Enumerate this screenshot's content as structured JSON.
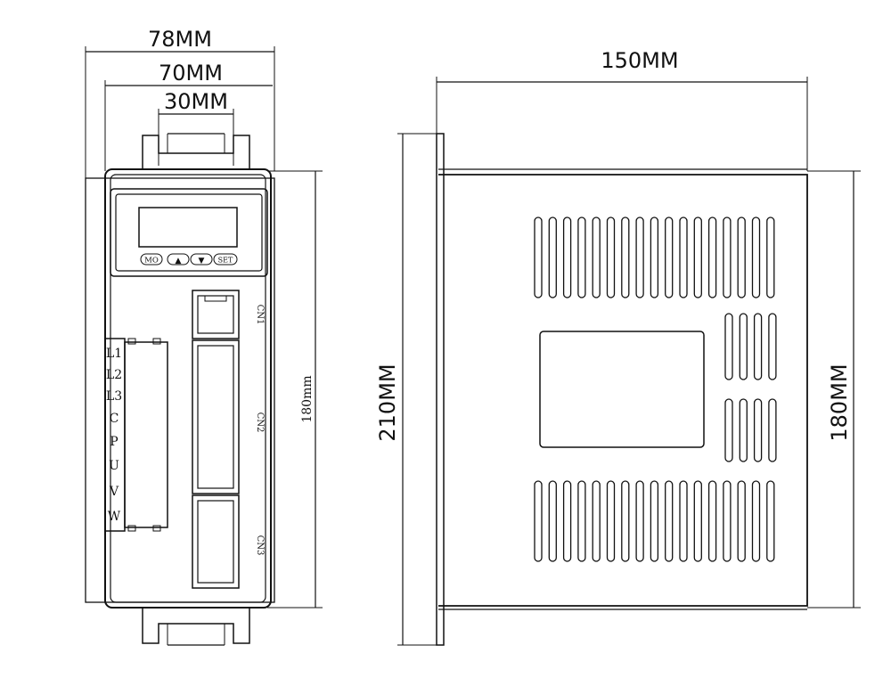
{
  "front_view": {
    "dimensions": {
      "width_outer": "78MM",
      "width_body": "70MM",
      "width_bracket": "30MM",
      "height_body": "180mm"
    },
    "keypad": [
      "MO",
      "▲",
      "▼",
      "SET"
    ],
    "terminals": [
      "L1",
      "L2",
      "L3",
      "C",
      "P",
      "U",
      "V",
      "W"
    ],
    "connectors": [
      "CN1",
      "CN2",
      "CN3"
    ]
  },
  "side_view": {
    "dimensions": {
      "depth": "150MM",
      "height_total": "210MM",
      "height_body": "180MM"
    }
  }
}
